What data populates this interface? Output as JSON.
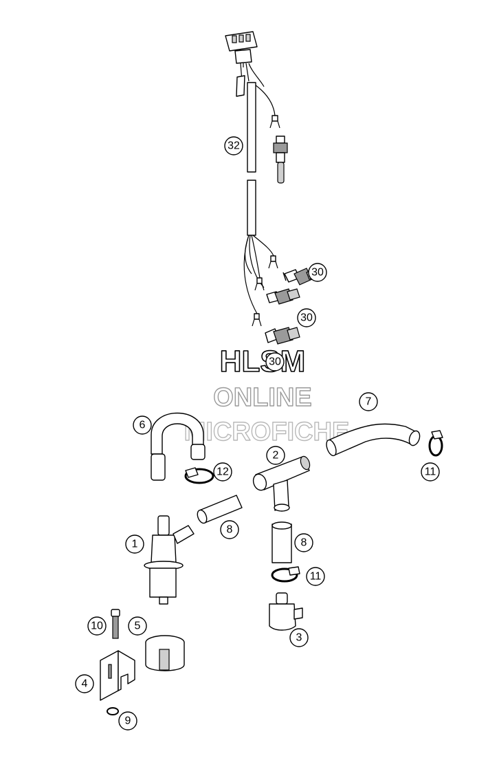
{
  "watermark": {
    "line1": "HLSM",
    "line2": "ONLINE",
    "line3": "MICROFICHE"
  },
  "callouts": [
    "32",
    "30",
    "30",
    "30",
    "7",
    "6",
    "2",
    "12",
    "11",
    "8",
    "1",
    "8",
    "11",
    "10",
    "5",
    "3",
    "4",
    "9"
  ]
}
